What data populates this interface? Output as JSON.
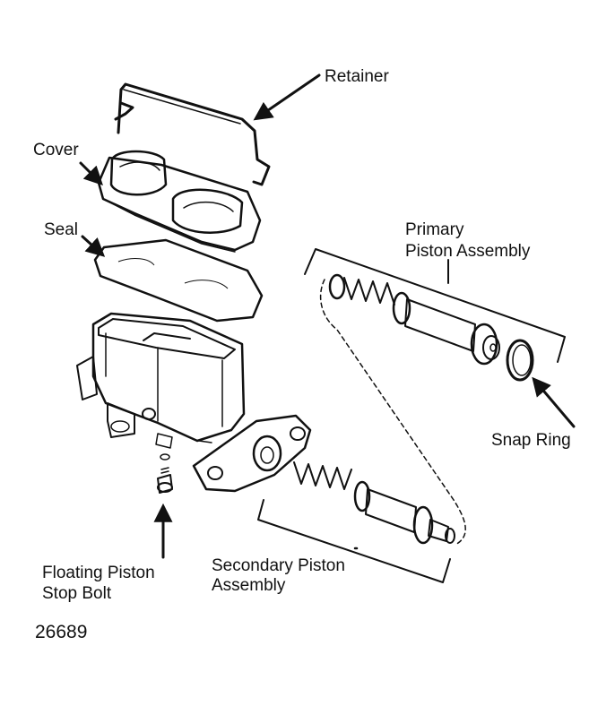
{
  "labels": {
    "retainer": "Retainer",
    "cover": "Cover",
    "seal": "Seal",
    "primary_line1": "Primary",
    "primary_line2": "Piston Assembly",
    "snap_ring": "Snap Ring",
    "secondary_line1": "Secondary Piston",
    "secondary_line2": "Assembly",
    "floating_line1": "Floating Piston",
    "floating_line2": "Stop Bolt"
  },
  "figure_number": "26689",
  "colors": {
    "ink": "#111111",
    "paper": "#ffffff",
    "light_fill": "#f2f2f2",
    "dark_fill": "#1a1a1a"
  }
}
